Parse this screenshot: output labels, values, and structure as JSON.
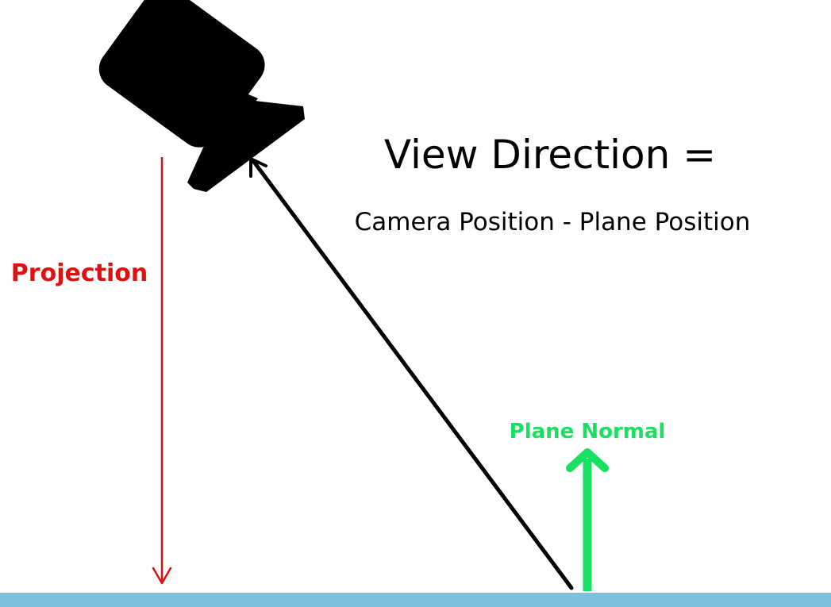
{
  "labels": {
    "title": "View Direction =",
    "formula": "Camera Position - Plane Position",
    "projection": "Projection",
    "plane_normal": "Plane Normal"
  },
  "icons": {
    "camera": "video-camera-icon"
  },
  "colors": {
    "background": "#ffffff",
    "plane": "#7ec0dc",
    "camera": "#000000",
    "view_direction": "#000000",
    "projection": "#e01010",
    "plane_normal": "#18e060",
    "text": "#000000"
  }
}
